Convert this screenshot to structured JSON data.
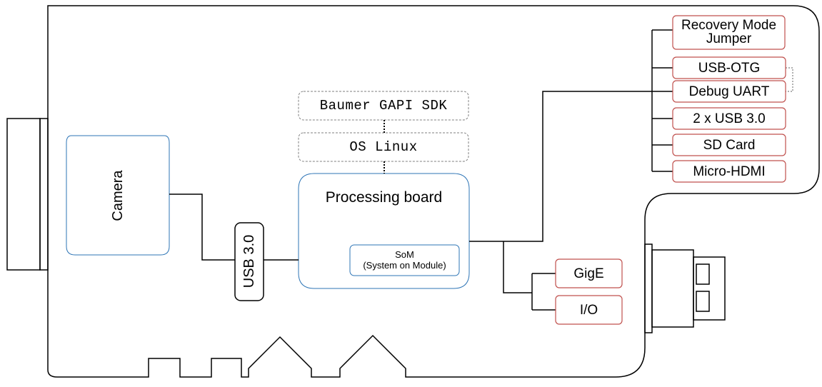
{
  "camera": {
    "label": "Camera"
  },
  "usb_link": {
    "label": "USB 3.0"
  },
  "processing_board": {
    "label": "Processing board",
    "som": {
      "line1": "SoM",
      "line2": "(System on Module)"
    }
  },
  "software_stack": {
    "sdk": "Baumer GAPI SDK",
    "os": "OS Linux"
  },
  "peripherals": {
    "recovery_line1": "Recovery Mode",
    "recovery_line2": "Jumper",
    "usb_otg": "USB-OTG",
    "debug_uart": "Debug UART",
    "usb30": "2 x USB 3.0",
    "sd_card": "SD Card",
    "micro_hdmi": "Micro-HDMI"
  },
  "network": {
    "gige": "GigE",
    "io": "I/O"
  },
  "colors": {
    "outline": "#000000",
    "blue_box": "#2e75b6",
    "red_box": "#c0504d",
    "dashed_box": "#7f7f7f"
  }
}
